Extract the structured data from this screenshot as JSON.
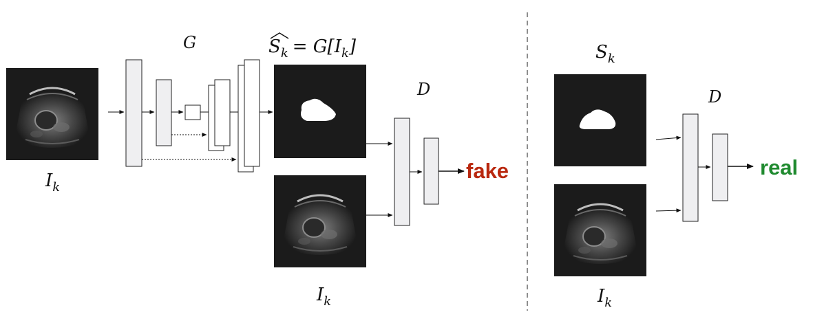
{
  "colors": {
    "background": "#ffffff",
    "layer_fill": "#efeff1",
    "layer_stroke": "#222222",
    "image_bg": "#1b1b1b",
    "fake": "#b9280f",
    "real": "#1f8a2f"
  },
  "labels": {
    "generator": "G",
    "generated_left": "S",
    "generated_sub": "k",
    "generated_right": "= G[I",
    "generated_close": "]",
    "discriminator_fake": "D",
    "discriminator_real": "D",
    "real_mask_main": "S",
    "real_mask_sub": "k",
    "input_main": "I",
    "input_sub": "k",
    "pair_fake_main": "I",
    "pair_fake_sub": "k",
    "pair_real_main": "I",
    "pair_real_sub": "k"
  },
  "outputs": {
    "fake": "fake",
    "real": "real"
  },
  "icons": {
    "ultrasound": "ultrasound-image",
    "mask": "segmentation-mask-image"
  }
}
